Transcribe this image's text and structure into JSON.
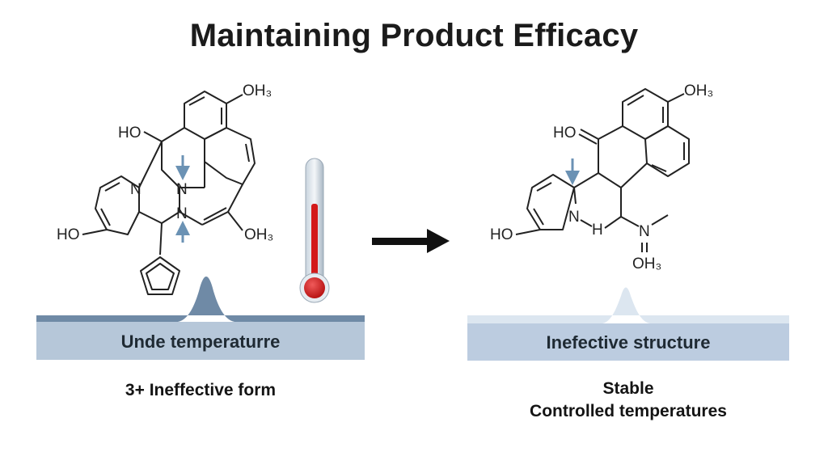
{
  "title": "Maintaining Product Efficacy",
  "left_panel": {
    "atoms": {
      "ho_top": "HO",
      "och3_top": "OH₃",
      "n_ring": "N",
      "n_mid1": "N",
      "n_mid2": "N",
      "ho_bottom": "HO",
      "och3_bottom": "OH₃"
    },
    "band_label": "Unde temperaturre",
    "caption": "3+ Ineffective form",
    "icon": "thermometer-icon"
  },
  "right_panel": {
    "atoms": {
      "ho_top": "HO",
      "och3_top": "OH₃",
      "n_ring": "N",
      "h_ring": "H",
      "n_side": "N",
      "oh3_side": "OH₃",
      "ho_bottom": "HO"
    },
    "band_label": "Inefective structure",
    "caption_line1": "Stable",
    "caption_line2": "Controlled temperatures"
  },
  "arrow_icon": "right-arrow-icon",
  "colors": {
    "band_left": "#b6c7d9",
    "band_left_edge": "#6f8aa6",
    "band_right": "#bccce0",
    "band_right_edge": "#dce6f0",
    "marker_arrow": "#6b92b4",
    "thermo_red": "#d31a1a"
  }
}
